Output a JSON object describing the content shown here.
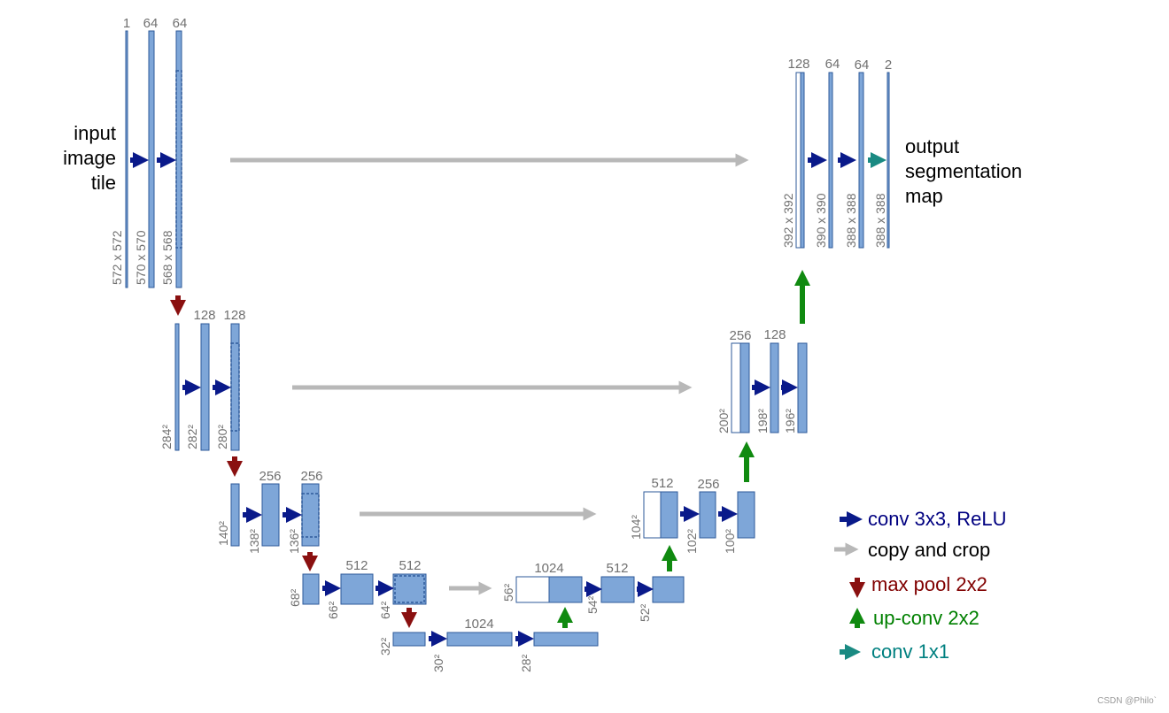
{
  "input_label": [
    "input",
    "image",
    "tile"
  ],
  "output_label": [
    "output",
    "segmentation",
    "map"
  ],
  "legend": [
    {
      "icon": "navy-arrow-right",
      "label": "conv 3x3, ReLU",
      "color": "#000080"
    },
    {
      "icon": "gray-arrow-right",
      "label": "copy and crop",
      "color": "#000000"
    },
    {
      "icon": "red-arrow-down",
      "label": "max pool 2x2",
      "color": "#800000"
    },
    {
      "icon": "green-arrow-up",
      "label": "up-conv 2x2",
      "color": "#008000"
    },
    {
      "icon": "teal-arrow-right",
      "label": "conv 1x1",
      "color": "#008080"
    }
  ],
  "colors": {
    "block_fill": "#7ea6d8",
    "block_edge": "#2e5a9a",
    "conv": "#0a1a8a",
    "copy": "#b8b8b8",
    "pool": "#8a1010",
    "upconv": "#108a10",
    "conv1x1": "#1a8a82"
  },
  "channels": {
    "l1": [
      "1",
      "64",
      "64"
    ],
    "l2": [
      "128",
      "128"
    ],
    "l3": [
      "256",
      "256"
    ],
    "l4": [
      "512",
      "512"
    ],
    "l5": [
      "1024"
    ],
    "r4": [
      "1024",
      "512"
    ],
    "r3": [
      "512",
      "256"
    ],
    "r2": [
      "256",
      "128"
    ],
    "r1": [
      "128",
      "64",
      "64",
      "2"
    ]
  },
  "sizes": {
    "l1": [
      "572 x 572",
      "570 x 570",
      "568 x 568"
    ],
    "l2": [
      "284²",
      "282²",
      "280²"
    ],
    "l3": [
      "140²",
      "138²",
      "136²"
    ],
    "l4": [
      "68²",
      "66²",
      "64²"
    ],
    "l5": [
      "32²",
      "30²",
      "28²"
    ],
    "r4": [
      "56²",
      "54²",
      "52²"
    ],
    "r3": [
      "104²",
      "102²",
      "100²"
    ],
    "r2": [
      "200²",
      "198²",
      "196²"
    ],
    "r1": [
      "392 x 392",
      "390 x 390",
      "388 x 388",
      "388 x 388"
    ]
  },
  "watermark": "CSDN @Philo`"
}
